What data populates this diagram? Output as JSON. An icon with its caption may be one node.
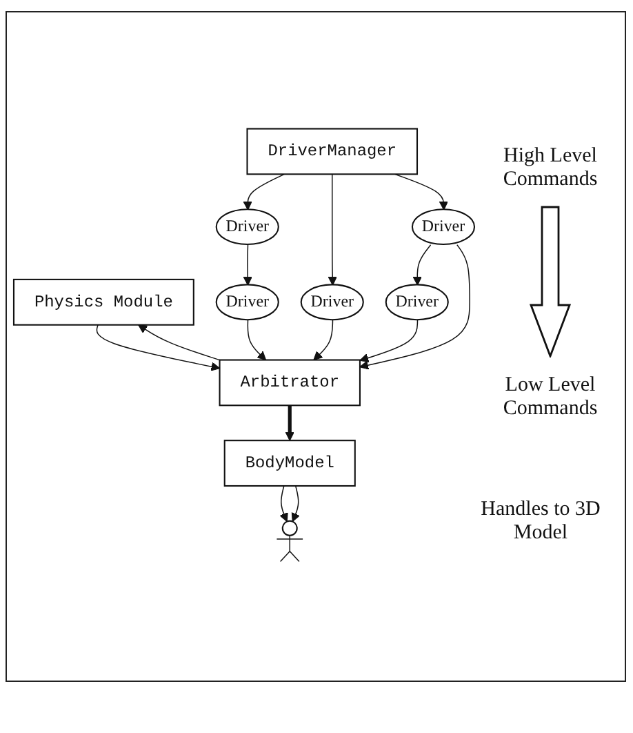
{
  "diagram": {
    "nodes": [
      {
        "text": [
          "DriverManager"
        ]
      },
      {
        "text": [
          "Driver"
        ]
      },
      {
        "text": [
          "Driver"
        ]
      },
      {
        "text": [
          "Driver"
        ]
      },
      {
        "text": [
          "Driver"
        ]
      },
      {
        "text": [
          "Driver"
        ]
      },
      {
        "text": [
          "Physics Module"
        ]
      },
      {
        "text": [
          "Arbitrator"
        ]
      },
      {
        "text": [
          "BodyModel"
        ]
      },
      {
        "text": [],
        "shape": "person"
      }
    ],
    "edges": [
      {
        "from": 0,
        "to": 1,
        "arrow": "to"
      },
      {
        "from": 0,
        "to": 3,
        "arrow": "to"
      },
      {
        "from": 0,
        "to": 2,
        "arrow": "to"
      },
      {
        "from": 1,
        "to": 4,
        "arrow": "to"
      },
      {
        "from": 2,
        "to": 5,
        "arrow": "to"
      },
      {
        "from": 2,
        "to": 7,
        "arrow": "to"
      },
      {
        "from": 3,
        "to": 7,
        "arrow": "to"
      },
      {
        "from": 4,
        "to": 7,
        "arrow": "to"
      },
      {
        "from": 5,
        "to": 7,
        "arrow": "to"
      },
      {
        "from": 6,
        "to": 7,
        "arrow": "to"
      },
      {
        "from": 7,
        "to": 6,
        "arrow": "to"
      },
      {
        "from": 7,
        "to": 8,
        "arrow": "to",
        "style": "thick"
      },
      {
        "from": 8,
        "to": 9,
        "arrow": "to"
      },
      {
        "from": 8,
        "to": 9,
        "arrow": "to"
      }
    ],
    "labels": [
      "High Level Commands",
      "Low Level Commands",
      "Handles to 3D Model"
    ]
  }
}
